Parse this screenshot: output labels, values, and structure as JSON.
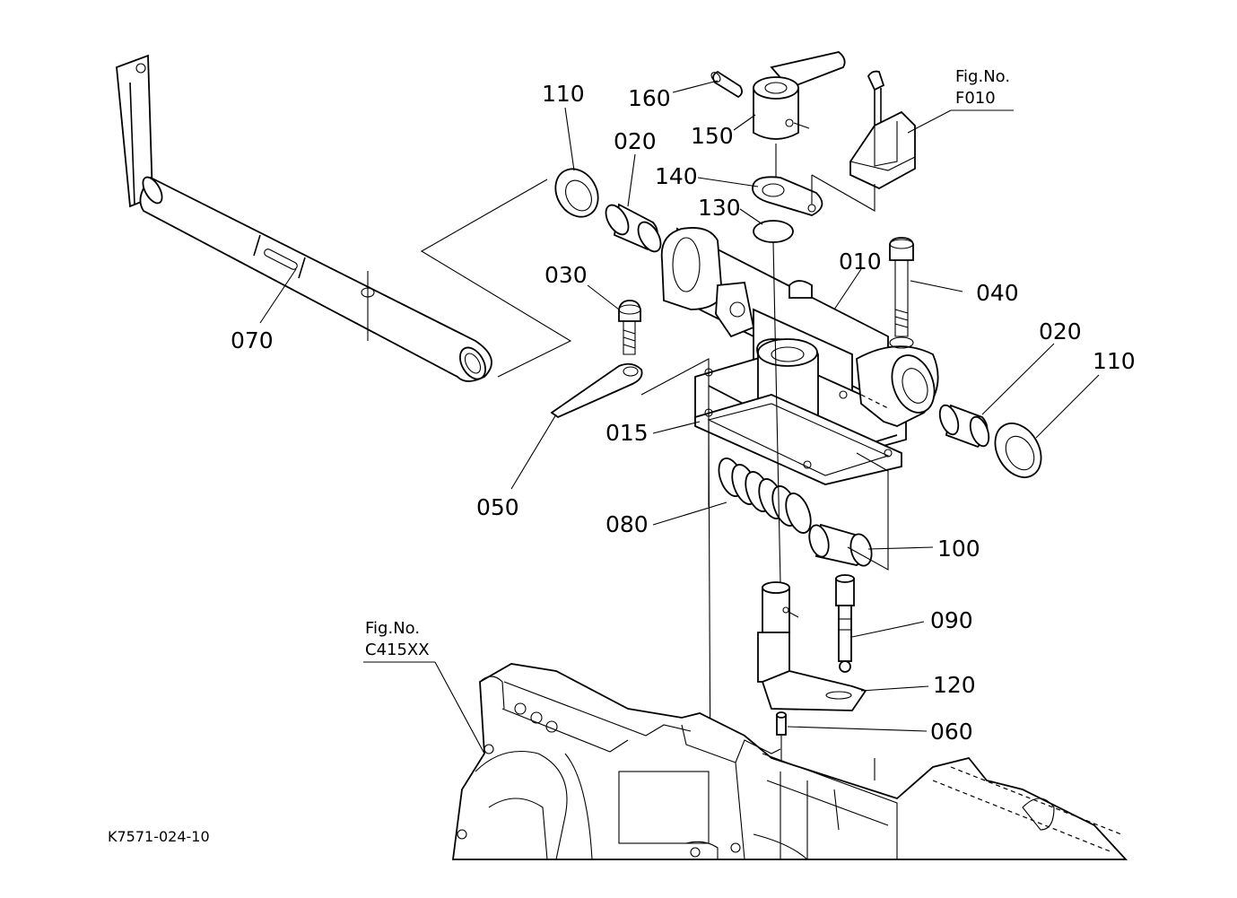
{
  "labels": {
    "p110a": "110",
    "p160": "160",
    "p020a": "020",
    "p150": "150",
    "p140": "140",
    "p130": "130",
    "p030": "030",
    "p010": "010",
    "p040": "040",
    "p020b": "020",
    "p110b": "110",
    "p070": "070",
    "p015": "015",
    "p050": "050",
    "p080": "080",
    "p100": "100",
    "p090": "090",
    "p120": "120",
    "p060": "060"
  },
  "refs": {
    "f010_line1": "Fig.No.",
    "f010_line2": "F010",
    "c415_line1": "Fig.No.",
    "c415_line2": "C415XX"
  },
  "code": "K7571-024-10"
}
